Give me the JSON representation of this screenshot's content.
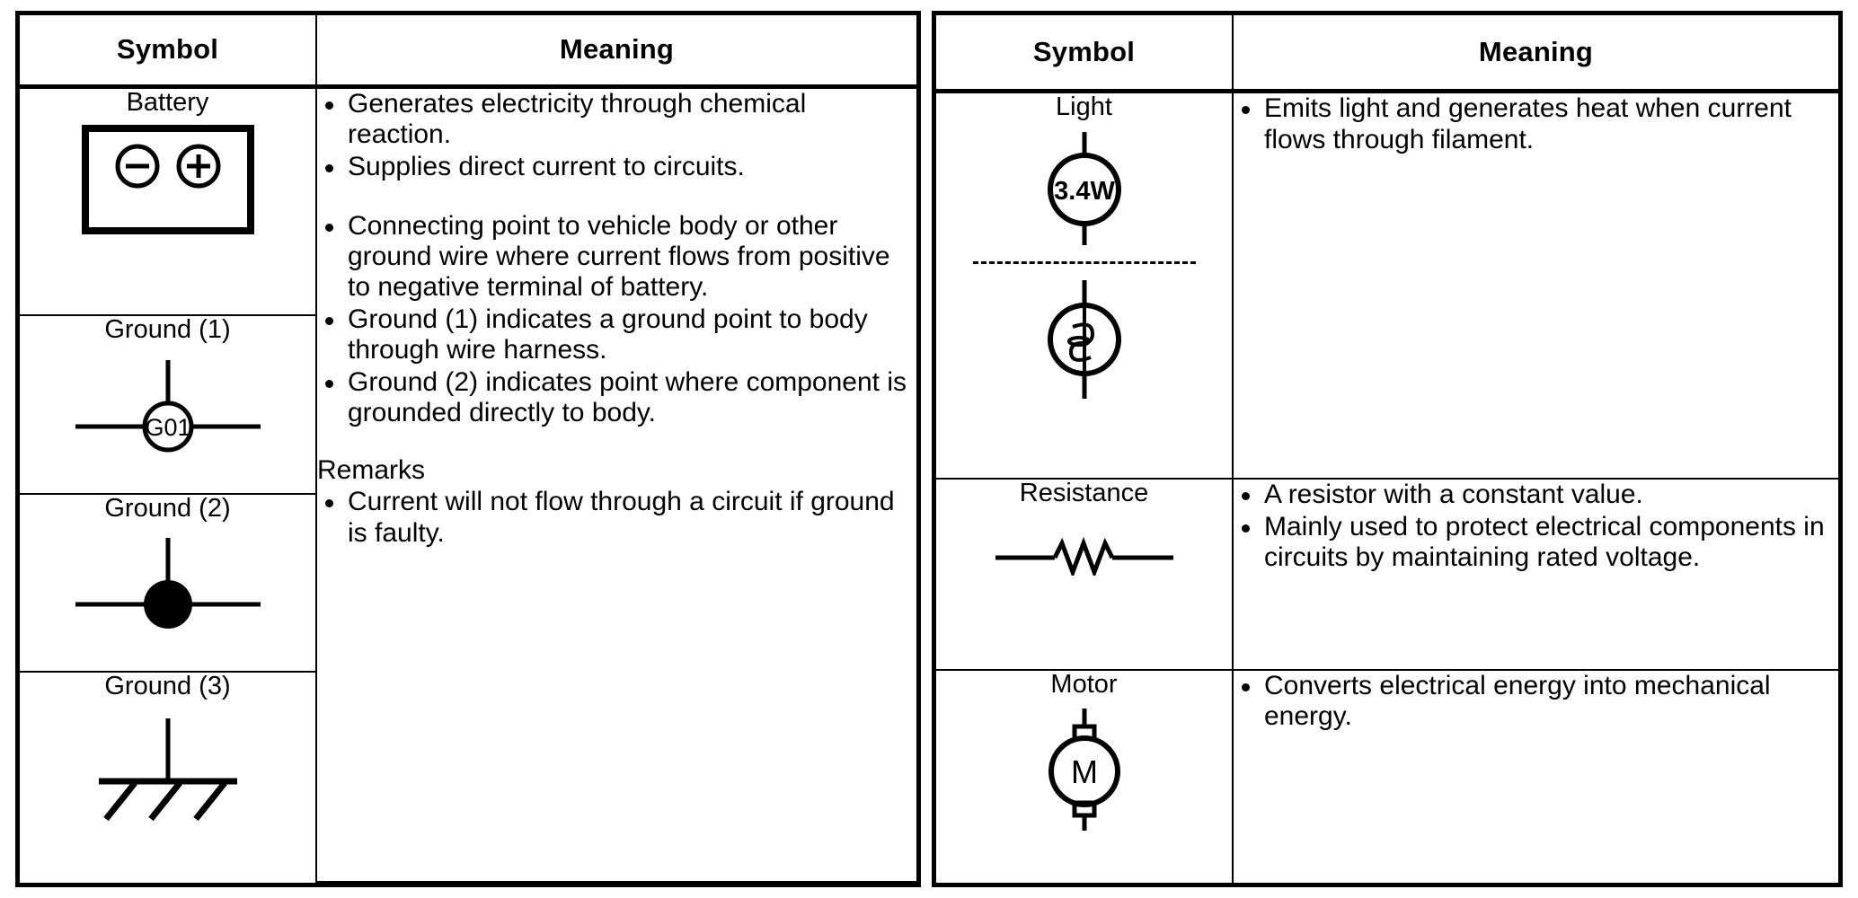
{
  "document": {
    "kind": "electrical-symbol-legend-table",
    "column_headers": {
      "symbol": "Symbol",
      "meaning": "Meaning"
    }
  },
  "left_table": {
    "headers": {
      "symbol": "Symbol",
      "meaning": "Meaning"
    },
    "rows": [
      {
        "symbol_label": "Battery",
        "symbol_icon": "battery-symbol",
        "symbol_marks": {
          "negative": "⊖",
          "positive": "⊕"
        },
        "bullets": [
          "Generates electricity through chemical reaction.",
          "Supplies direct current to circuits."
        ]
      },
      {
        "symbol_label": "Ground (1)",
        "symbol_icon": "ground-1-symbol",
        "symbol_code": "G01",
        "bullets": []
      },
      {
        "symbol_label": "Ground (2)",
        "symbol_icon": "ground-2-symbol",
        "bullets": []
      },
      {
        "symbol_label": "Ground (3)",
        "symbol_icon": "ground-3-chassis-symbol",
        "bullets": []
      }
    ],
    "meaning_block": {
      "bullets": [
        "Connecting point to vehicle body or other ground wire where current flows from positive to negative terminal of battery.",
        "Ground (1) indicates a ground point to body through wire harness.",
        "Ground (2) indicates point where component is grounded directly to body."
      ],
      "remarks_title": "Remarks",
      "remarks_bullets": [
        "Current will not flow through a circuit if ground is faulty."
      ]
    }
  },
  "right_table": {
    "headers": {
      "symbol": "Symbol",
      "meaning": "Meaning"
    },
    "rows": [
      {
        "symbol_label": "Light",
        "symbol_icon": "light-bulb-symbol",
        "symbol_rating": "3.4W",
        "alt_symbol_icon": "filament-bulb-symbol",
        "divider": "dashed",
        "bullets": [
          "Emits light and generates heat when current flows through filament."
        ]
      },
      {
        "symbol_label": "Resistance",
        "symbol_icon": "resistor-symbol",
        "bullets": [
          "A resistor with a constant value.",
          "Mainly used to protect electrical components in circuits by maintaining rated voltage."
        ]
      },
      {
        "symbol_label": "Motor",
        "symbol_icon": "motor-symbol",
        "symbol_code": "M",
        "bullets": [
          "Converts electrical energy into mechanical energy."
        ]
      }
    ]
  },
  "colors": {
    "ink": "#000000",
    "paper": "#ffffff"
  }
}
